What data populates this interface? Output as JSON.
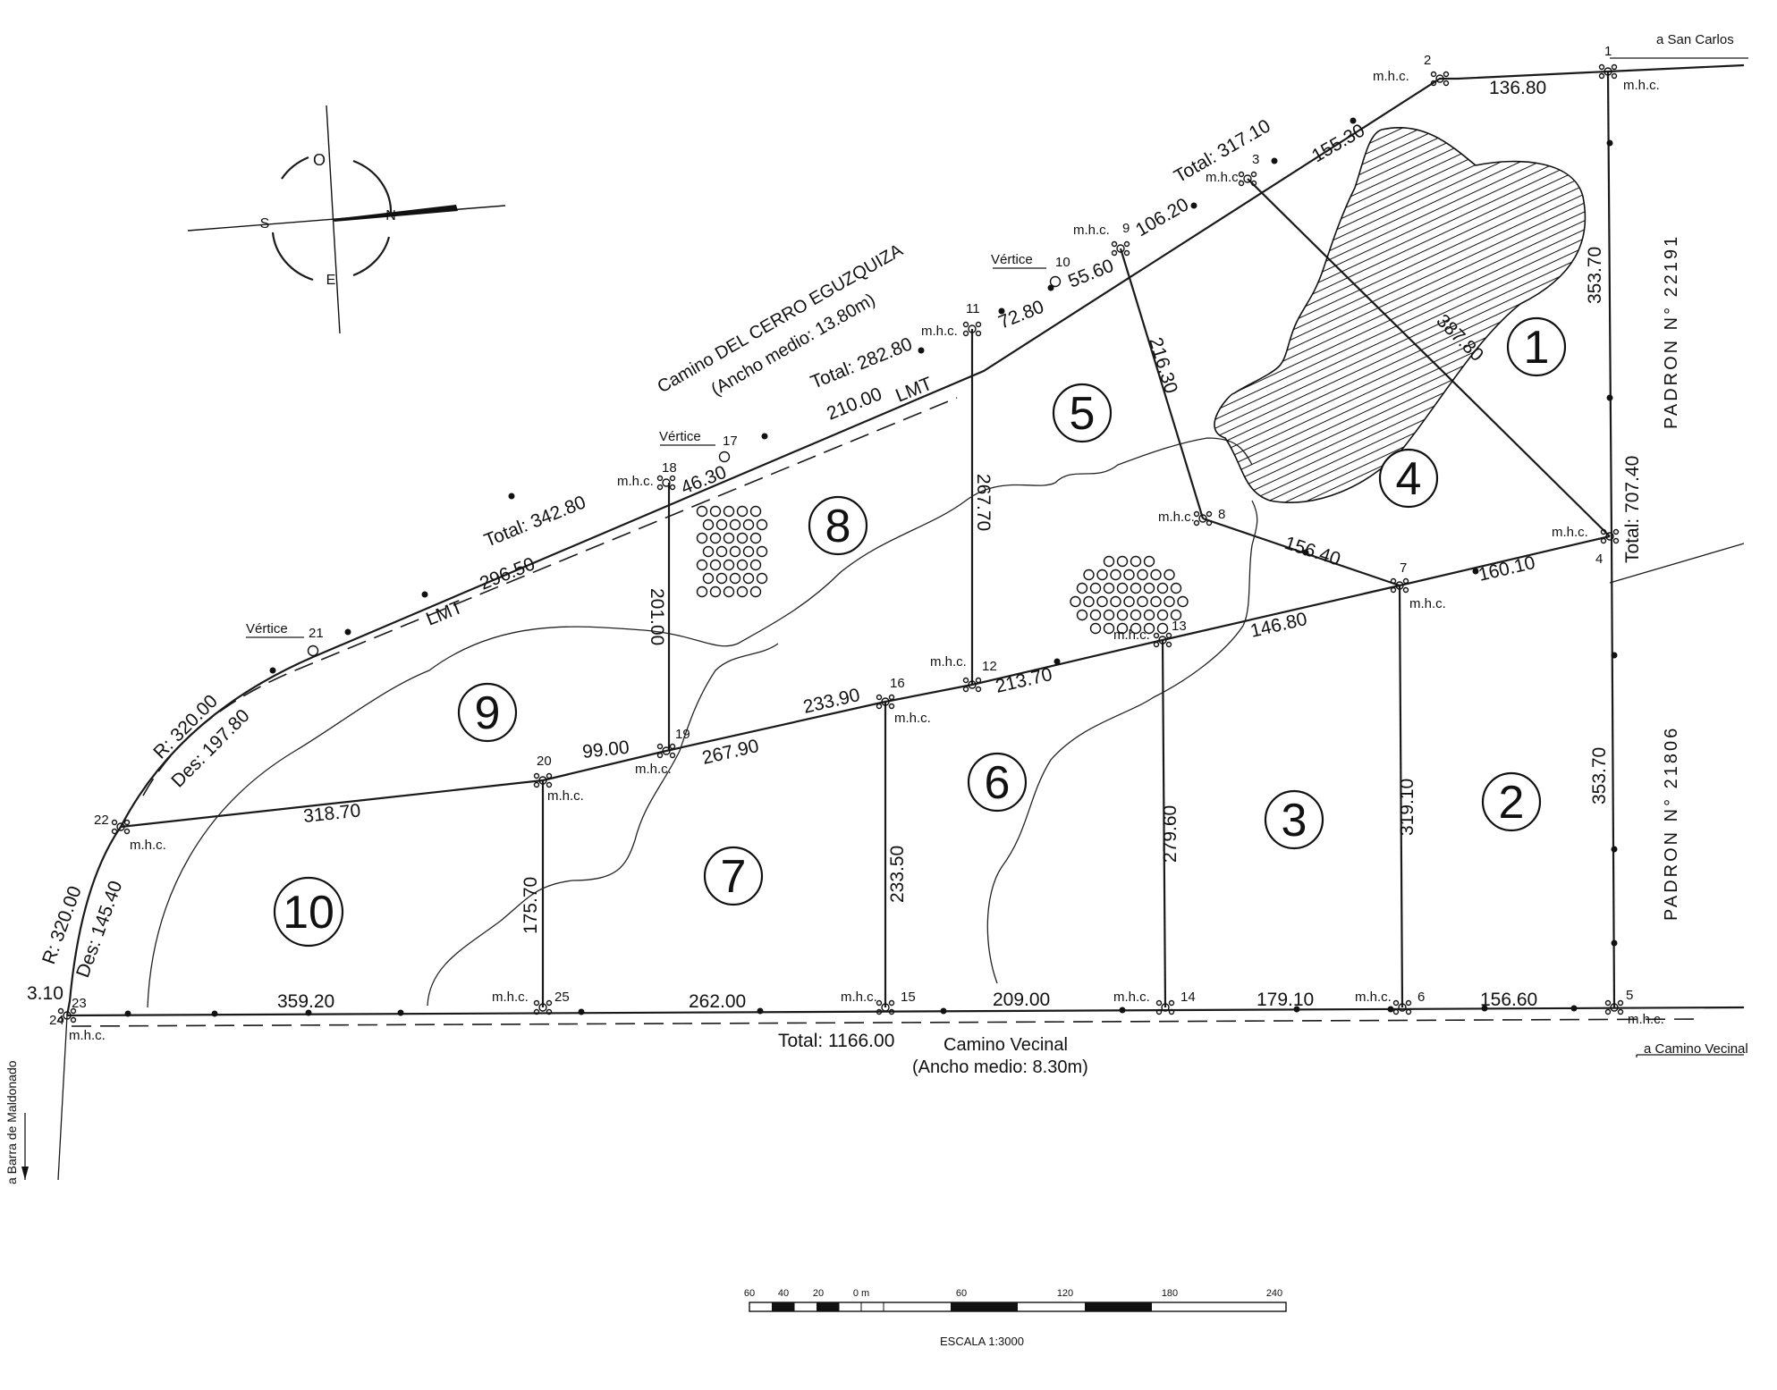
{
  "roads": {
    "north_name": "Camino DEL CERRO EGUZQUIZA",
    "north_width": "(Ancho medio: 13.80m)",
    "south_name": "Camino Vecinal",
    "south_width": "(Ancho medio: 8.30m)"
  },
  "destinations": {
    "san_carlos": "a San Carlos",
    "camino_vecinal": "a Camino Vecinal",
    "barra": "a Barra de Maldonado"
  },
  "padrones": {
    "north": "PADRON   N° 22191",
    "south": "PADRON   N° 21806"
  },
  "compass": {
    "o": "O",
    "n": "N",
    "s": "S",
    "e": "E"
  },
  "lots": [
    "1",
    "2",
    "3",
    "4",
    "5",
    "6",
    "7",
    "8",
    "9",
    "10"
  ],
  "vertices": [
    "1",
    "2",
    "3",
    "4",
    "5",
    "6",
    "7",
    "8",
    "9",
    "10",
    "11",
    "12",
    "13",
    "14",
    "15",
    "16",
    "17",
    "18",
    "19",
    "20",
    "21",
    "22",
    "23",
    "24",
    "25"
  ],
  "labels": {
    "mhc": "m.h.c.",
    "vertice": "Vértice",
    "lmt": "LMT"
  },
  "dims": {
    "top_136": "136.80",
    "top_155": "155.30",
    "total_317": "Total: 317.10",
    "d106": "106.20",
    "d55": "55.60",
    "d72": "72.80",
    "total_282": "Total: 282.80",
    "d210": "210.00",
    "d46": "46.30",
    "total_342": "Total: 342.80",
    "d296": "296.50",
    "r1": "R: 320.00",
    "des1": "Des: 197.80",
    "r2": "R: 320.00",
    "des2": "Des: 145.40",
    "d3_10": "3.10",
    "b359": "359.20",
    "b262": "262.00",
    "b209": "209.00",
    "b179": "179.10",
    "b156": "156.60",
    "total_1166": "Total: 1166.00",
    "e353a": "353.70",
    "total_707": "Total: 707.40",
    "e353b": "353.70",
    "d387": "387.80",
    "d216": "216.30",
    "d267v": "267.70",
    "d201": "201.00",
    "d156_4": "156.40",
    "d160": "160.10",
    "d146": "146.80",
    "d213": "213.70",
    "d233h": "233.90",
    "d267h": "267.90",
    "d99": "99.00",
    "d318": "318.70",
    "d175": "175.70",
    "d233v": "233.50",
    "d279": "279.60",
    "d319": "319.10"
  },
  "scale": {
    "title": "ESCALA 1:3000",
    "ticks": [
      "60",
      "40",
      "20",
      "0 m",
      "60",
      "120",
      "180",
      "240"
    ]
  }
}
